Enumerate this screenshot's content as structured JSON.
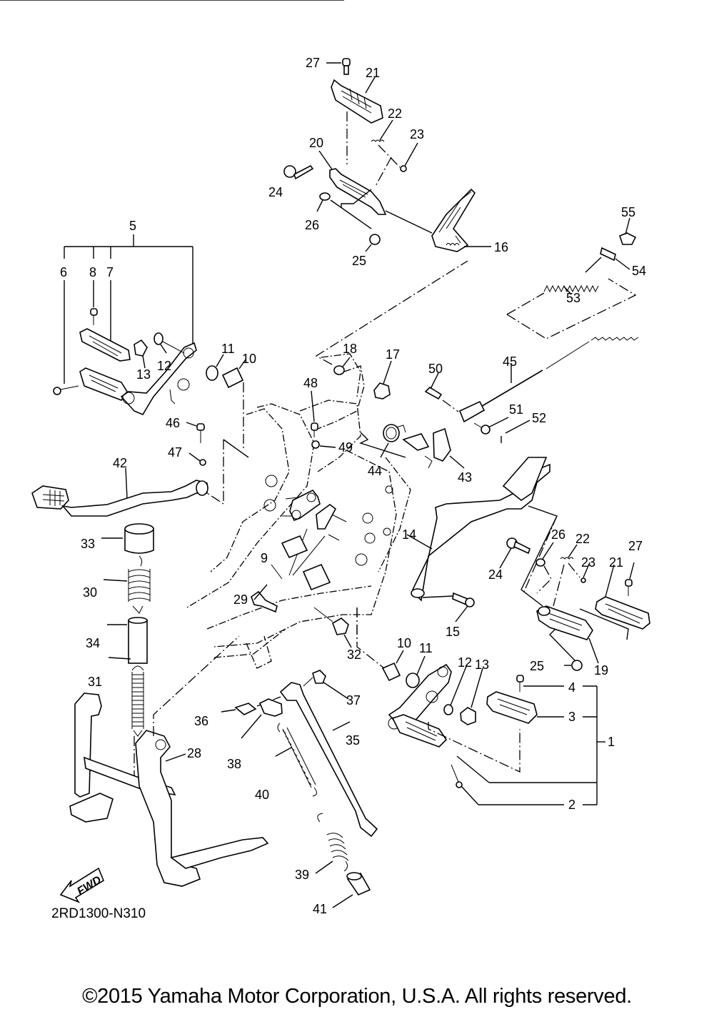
{
  "diagram": {
    "title": "Stand & Footrest",
    "diagram_code": "2RD1300-N310",
    "direction_marker": "FWD",
    "copyright": "©2015 Yamaha Motor Corporation, U.S.A. All rights reserved."
  },
  "callouts": [
    {
      "id": "c27a",
      "label": "27"
    },
    {
      "id": "c21a",
      "label": "21"
    },
    {
      "id": "c22a",
      "label": "22"
    },
    {
      "id": "c23a",
      "label": "23"
    },
    {
      "id": "c20",
      "label": "20"
    },
    {
      "id": "c24a",
      "label": "24"
    },
    {
      "id": "c26a",
      "label": "26"
    },
    {
      "id": "c25a",
      "label": "25"
    },
    {
      "id": "c16",
      "label": "16"
    },
    {
      "id": "c55",
      "label": "55"
    },
    {
      "id": "c54",
      "label": "54"
    },
    {
      "id": "c53",
      "label": "53"
    },
    {
      "id": "c5",
      "label": "5"
    },
    {
      "id": "c6",
      "label": "6"
    },
    {
      "id": "c8",
      "label": "8"
    },
    {
      "id": "c7",
      "label": "7"
    },
    {
      "id": "c13a",
      "label": "13"
    },
    {
      "id": "c12a",
      "label": "12"
    },
    {
      "id": "c11a",
      "label": "11"
    },
    {
      "id": "c10a",
      "label": "10"
    },
    {
      "id": "c18",
      "label": "18"
    },
    {
      "id": "c17",
      "label": "17"
    },
    {
      "id": "c50",
      "label": "50"
    },
    {
      "id": "c45",
      "label": "45"
    },
    {
      "id": "c48",
      "label": "48"
    },
    {
      "id": "c46",
      "label": "46"
    },
    {
      "id": "c51",
      "label": "51"
    },
    {
      "id": "c52",
      "label": "52"
    },
    {
      "id": "c47",
      "label": "47"
    },
    {
      "id": "c49",
      "label": "49"
    },
    {
      "id": "c44",
      "label": "44"
    },
    {
      "id": "c43",
      "label": "43"
    },
    {
      "id": "c42",
      "label": "42"
    },
    {
      "id": "c14",
      "label": "14"
    },
    {
      "id": "c26b",
      "label": "26"
    },
    {
      "id": "c22b",
      "label": "22"
    },
    {
      "id": "c27b",
      "label": "27"
    },
    {
      "id": "c33",
      "label": "33"
    },
    {
      "id": "c9",
      "label": "9"
    },
    {
      "id": "c24b",
      "label": "24"
    },
    {
      "id": "c23b",
      "label": "23"
    },
    {
      "id": "c21b",
      "label": "21"
    },
    {
      "id": "c30",
      "label": "30"
    },
    {
      "id": "c29",
      "label": "29"
    },
    {
      "id": "c15",
      "label": "15"
    },
    {
      "id": "c34",
      "label": "34"
    },
    {
      "id": "c32",
      "label": "32"
    },
    {
      "id": "c10b",
      "label": "10"
    },
    {
      "id": "c11b",
      "label": "11"
    },
    {
      "id": "c25b",
      "label": "25"
    },
    {
      "id": "c19",
      "label": "19"
    },
    {
      "id": "c31",
      "label": "31"
    },
    {
      "id": "c12b",
      "label": "12"
    },
    {
      "id": "c13b",
      "label": "13"
    },
    {
      "id": "c37",
      "label": "37"
    },
    {
      "id": "c4",
      "label": "4"
    },
    {
      "id": "c36",
      "label": "36"
    },
    {
      "id": "c35",
      "label": "35"
    },
    {
      "id": "c3",
      "label": "3"
    },
    {
      "id": "c28",
      "label": "28"
    },
    {
      "id": "c38",
      "label": "38"
    },
    {
      "id": "c1",
      "label": "1"
    },
    {
      "id": "c40",
      "label": "40"
    },
    {
      "id": "c2",
      "label": "2"
    },
    {
      "id": "c39",
      "label": "39"
    },
    {
      "id": "c41",
      "label": "41"
    }
  ]
}
